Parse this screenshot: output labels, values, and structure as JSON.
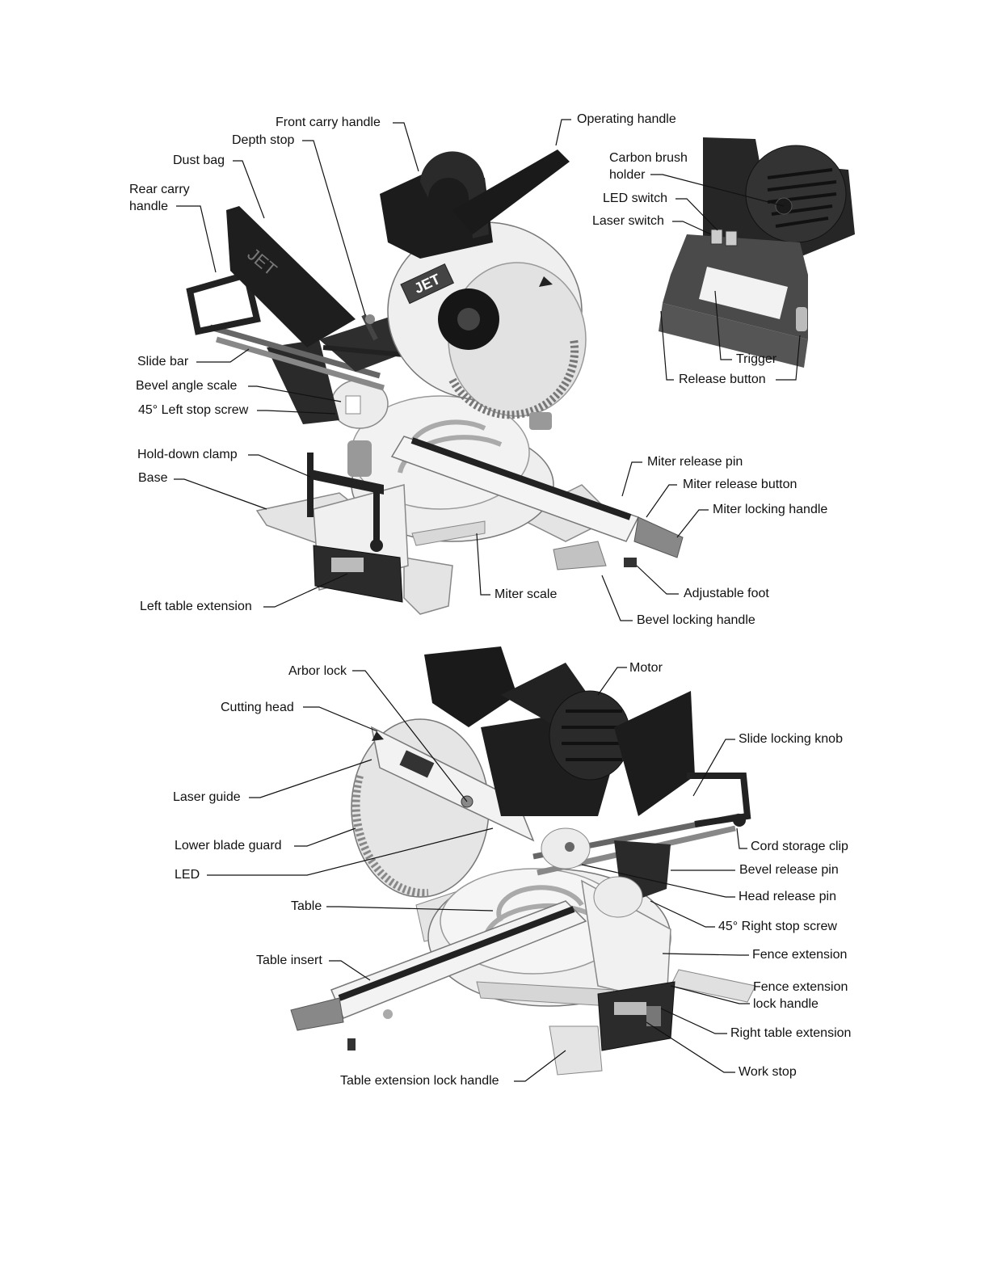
{
  "brand_text": "JET",
  "top_view": {
    "labels": {
      "front_carry_handle": "Front carry handle",
      "operating_handle": "Operating handle",
      "depth_stop": "Depth stop",
      "dust_bag": "Dust bag",
      "rear_carry_handle": "Rear carry handle",
      "slide_bar": "Slide bar",
      "bevel_angle_scale": "Bevel angle scale",
      "left_stop_screw": "45° Left stop screw",
      "hold_down_clamp": "Hold-down clamp",
      "base": "Base",
      "left_table_extension": "Left table extension",
      "miter_scale": "Miter scale",
      "miter_release_pin": "Miter release pin",
      "miter_release_button": "Miter release button",
      "miter_locking_handle": "Miter locking handle",
      "adjustable_foot": "Adjustable foot",
      "bevel_locking_handle": "Bevel locking handle"
    }
  },
  "handle_detail": {
    "labels": {
      "carbon_brush_holder": "Carbon brush holder",
      "led_switch": "LED switch",
      "laser_switch": "Laser switch",
      "trigger": "Trigger",
      "release_button": "Release button"
    }
  },
  "bottom_view": {
    "labels": {
      "arbor_lock": "Arbor lock",
      "motor": "Motor",
      "cutting_head": "Cutting head",
      "slide_locking_knob": "Slide locking knob",
      "laser_guide": "Laser guide",
      "lower_blade_guard": "Lower blade guard",
      "cord_storage_clip": "Cord storage clip",
      "led": "LED",
      "bevel_release_pin": "Bevel release pin",
      "table": "Table",
      "head_release_pin": "Head release pin",
      "right_stop_screw": "45° Right stop screw",
      "table_insert": "Table insert",
      "fence_extension": "Fence extension",
      "fence_extension_lock_handle": "Fence extension lock handle",
      "right_table_extension": "Right table extension",
      "work_stop": "Work stop",
      "table_extension_lock_handle": "Table extension lock handle"
    }
  }
}
